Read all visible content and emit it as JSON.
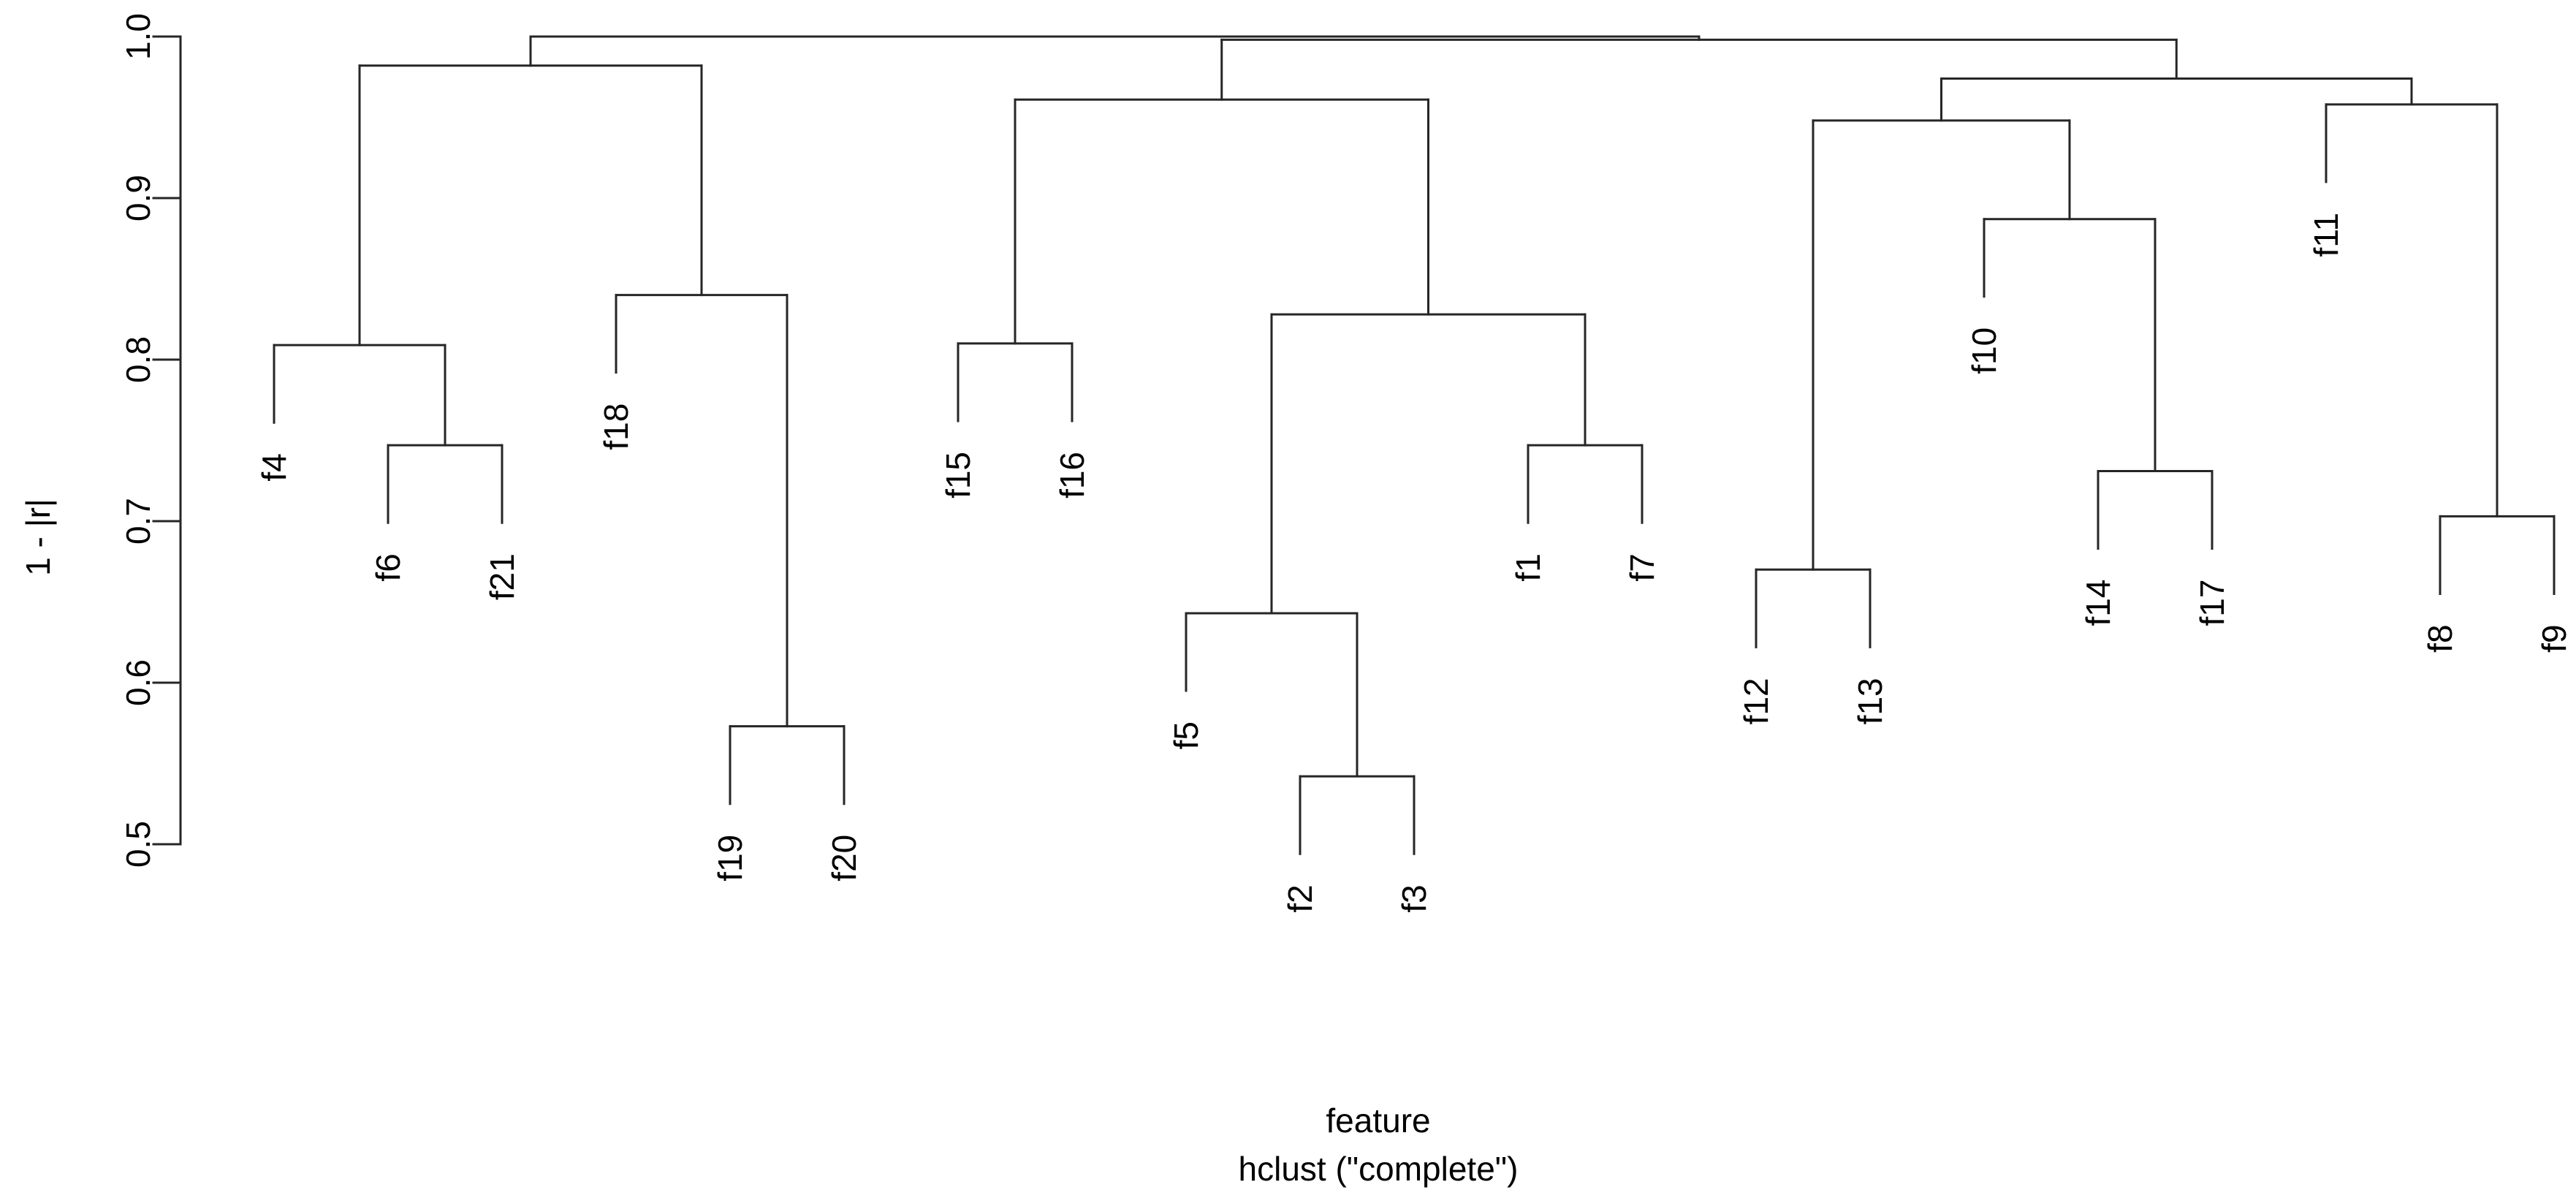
{
  "chart_data": {
    "type": "dendrogram",
    "title": "",
    "xlabel_line1": "feature",
    "xlabel_line2": "hclust (\"complete\")",
    "ylabel": "1 - |r|",
    "ylim": [
      0.5,
      1.0
    ],
    "grid": false,
    "y_axis": {
      "ticks": [
        1.0,
        0.9,
        0.8,
        0.7,
        0.6,
        0.5
      ],
      "tick_labels": [
        "1.0",
        "0.9",
        "0.8",
        "0.7",
        "0.6",
        "0.5"
      ]
    },
    "hang": 0.048,
    "leaf_order": [
      "f4",
      "f6",
      "f21",
      "f18",
      "f19",
      "f20",
      "f15",
      "f16",
      "f5",
      "f2",
      "f3",
      "f1",
      "f7",
      "f12",
      "f13",
      "f10",
      "f14",
      "f17",
      "f11",
      "f8",
      "f9"
    ],
    "merges": [
      {
        "join": [
          "f2",
          "f3"
        ],
        "height": 0.542
      },
      {
        "join": [
          "f19",
          "f20"
        ],
        "height": 0.573
      },
      {
        "join": [
          "f5",
          "(f2,f3)"
        ],
        "height": 0.643
      },
      {
        "join": [
          "f12",
          "f13"
        ],
        "height": 0.67
      },
      {
        "join": [
          "f8",
          "f9"
        ],
        "height": 0.703
      },
      {
        "join": [
          "f14",
          "f17"
        ],
        "height": 0.731
      },
      {
        "join": [
          "f6",
          "f21"
        ],
        "height": 0.747
      },
      {
        "join": [
          "f1",
          "f7"
        ],
        "height": 0.747
      },
      {
        "join": [
          "f4",
          "(f6,f21)"
        ],
        "height": 0.809
      },
      {
        "join": [
          "f15",
          "f16"
        ],
        "height": 0.81
      },
      {
        "join": [
          "(f5,f2,f3)",
          "(f1,f7)"
        ],
        "height": 0.828
      },
      {
        "join": [
          "f18",
          "(f19,f20)"
        ],
        "height": 0.84
      },
      {
        "join": [
          "f10",
          "(f14,f17)"
        ],
        "height": 0.887
      },
      {
        "join": [
          "(f12,f13)",
          "(f10,f14,f17)"
        ],
        "height": 0.948
      },
      {
        "join": [
          "f11",
          "(f8,f9)"
        ],
        "height": 0.958
      },
      {
        "join": [
          "(f15,f16)",
          "(f5,f2,f3,f1,f7)"
        ],
        "height": 0.961
      },
      {
        "join": [
          "(f12..f17)",
          "(f11,f8,f9)"
        ],
        "height": 0.974
      },
      {
        "join": [
          "(f4,f6,f21)",
          "(f18,f19,f20)"
        ],
        "height": 0.982
      },
      {
        "join": [
          "cluster-B",
          "cluster-C"
        ],
        "height": 0.998
      },
      {
        "join": [
          "cluster-A",
          "cluster-BC"
        ],
        "height": 1.0
      }
    ],
    "tree": {
      "height": 1.0,
      "children": [
        {
          "height": 0.982,
          "children": [
            {
              "height": 0.809,
              "children": [
                {
                  "name": "f4"
                },
                {
                  "height": 0.747,
                  "children": [
                    {
                      "name": "f6"
                    },
                    {
                      "name": "f21"
                    }
                  ]
                }
              ]
            },
            {
              "height": 0.84,
              "children": [
                {
                  "name": "f18"
                },
                {
                  "height": 0.573,
                  "children": [
                    {
                      "name": "f19"
                    },
                    {
                      "name": "f20"
                    }
                  ]
                }
              ]
            }
          ]
        },
        {
          "height": 0.998,
          "children": [
            {
              "height": 0.961,
              "children": [
                {
                  "height": 0.81,
                  "children": [
                    {
                      "name": "f15"
                    },
                    {
                      "name": "f16"
                    }
                  ]
                },
                {
                  "height": 0.828,
                  "children": [
                    {
                      "height": 0.643,
                      "children": [
                        {
                          "name": "f5"
                        },
                        {
                          "height": 0.542,
                          "children": [
                            {
                              "name": "f2"
                            },
                            {
                              "name": "f3"
                            }
                          ]
                        }
                      ]
                    },
                    {
                      "height": 0.747,
                      "children": [
                        {
                          "name": "f1"
                        },
                        {
                          "name": "f7"
                        }
                      ]
                    }
                  ]
                }
              ]
            },
            {
              "height": 0.974,
              "children": [
                {
                  "height": 0.948,
                  "children": [
                    {
                      "height": 0.67,
                      "children": [
                        {
                          "name": "f12"
                        },
                        {
                          "name": "f13"
                        }
                      ]
                    },
                    {
                      "height": 0.887,
                      "children": [
                        {
                          "name": "f10"
                        },
                        {
                          "height": 0.731,
                          "children": [
                            {
                              "name": "f14"
                            },
                            {
                              "name": "f17"
                            }
                          ]
                        }
                      ]
                    }
                  ]
                },
                {
                  "height": 0.958,
                  "children": [
                    {
                      "name": "f11"
                    },
                    {
                      "height": 0.703,
                      "children": [
                        {
                          "name": "f8"
                        },
                        {
                          "name": "f9"
                        }
                      ]
                    }
                  ]
                }
              ]
            }
          ]
        }
      ]
    }
  },
  "colors": {
    "line": "#262626",
    "text": "#000000",
    "background": "#ffffff"
  }
}
